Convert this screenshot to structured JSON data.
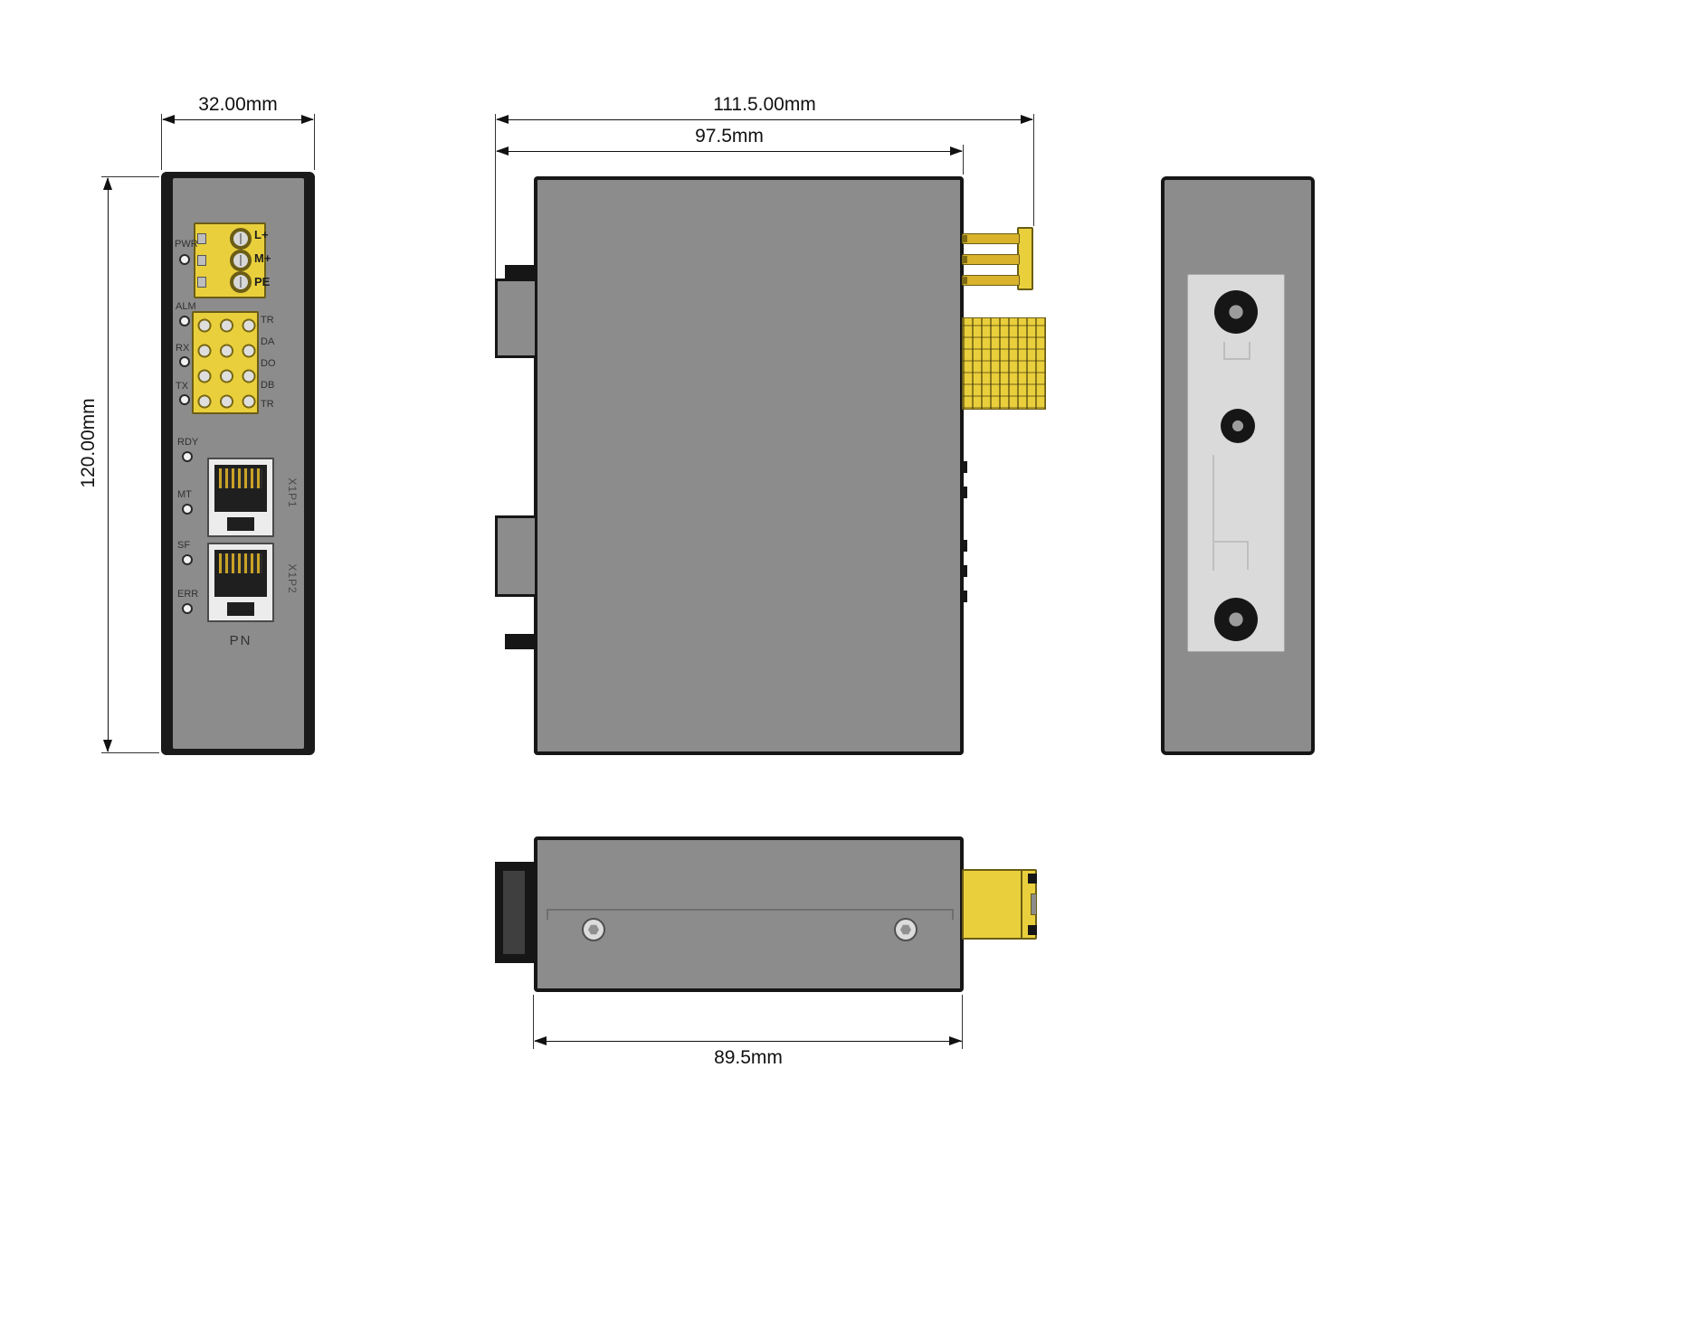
{
  "drawing": {
    "dims": {
      "front_width": "32.00mm",
      "front_height": "120.00mm",
      "side_total_width": "111.5.00mm",
      "side_body_width": "97.5mm",
      "bottom_width": "89.5mm"
    },
    "front": {
      "power_led": "PWR",
      "power_terminals": [
        "L+",
        "M+",
        "PE"
      ],
      "serial_leds": [
        "ALM",
        "RX",
        "TX"
      ],
      "serial_terminals": [
        "TR",
        "DA",
        "DO",
        "DB",
        "TR"
      ],
      "status_leds": [
        "RDY",
        "MT",
        "SF",
        "ERR"
      ],
      "ports": [
        "X1P1",
        "X1P2"
      ],
      "protocol_label": "PN"
    },
    "colors": {
      "body_gray": "#8c8c8c",
      "edge_dark": "#1a1a1a",
      "connector_yellow": "#e9cf3c",
      "plate_light": "#dadada",
      "dimension_ink": "#111111"
    }
  }
}
